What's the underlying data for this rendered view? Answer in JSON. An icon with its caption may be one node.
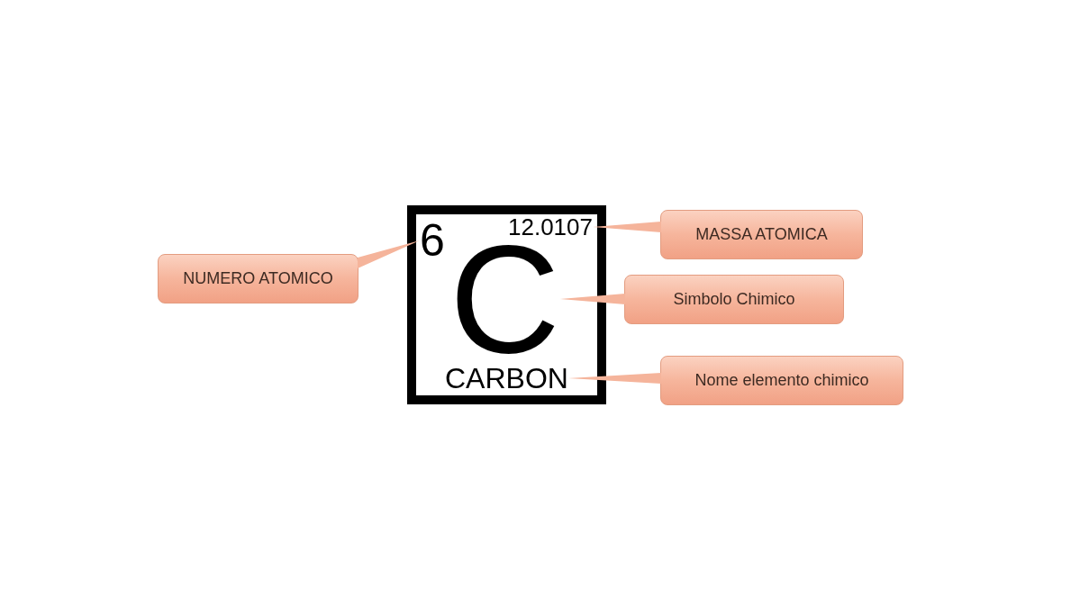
{
  "diagram": {
    "nodes": [
      {
        "text": [
          "NUMERO ATOMICO"
        ]
      },
      {
        "text": [],
        "shape": "box"
      },
      {
        "text": [
          "6"
        ],
        "in": 1
      },
      {
        "text": [
          "12.0107"
        ],
        "in": 1
      },
      {
        "text": [
          "C"
        ],
        "in": 1
      },
      {
        "text": [
          "CARBON"
        ],
        "in": 1
      },
      {
        "text": [
          "MASSA ATOMICA"
        ]
      },
      {
        "text": [
          "Simbolo Chimico"
        ]
      },
      {
        "text": [
          "Nome elemento chimico"
        ]
      }
    ],
    "edges": [
      {
        "from": 0,
        "to": 2,
        "arrow": "none"
      },
      {
        "from": 6,
        "to": 3,
        "arrow": "none"
      },
      {
        "from": 7,
        "to": 4,
        "arrow": "none"
      },
      {
        "from": 8,
        "to": 5,
        "arrow": "none"
      }
    ]
  }
}
